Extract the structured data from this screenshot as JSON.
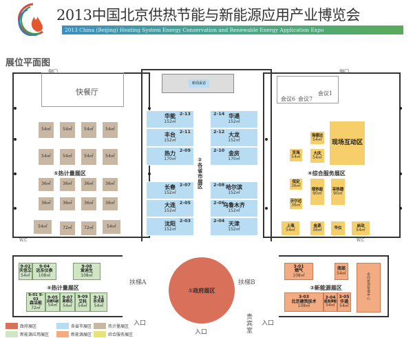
{
  "header": {
    "title": "2013中国北京供热节能与新能源应用产业博览会",
    "subtitle_en": "2013 China (Beijing) Heating System Energy Conservation and Renewable Energy Application Expo",
    "page_heading": "展位平面图",
    "logo": "flame-logo"
  },
  "rooms": {
    "fast_food": "快餐厅",
    "side_door_left": "侧门",
    "side_door_right": "侧门",
    "meeting6": "会议6",
    "meeting7": "会议7",
    "meeting1": "会议1",
    "press": "新闻采访",
    "escalator_a": "扶梯A",
    "escalator_b": "扶梯B",
    "entrance": "入口",
    "vip": "贵宾室",
    "wc": "W.C"
  },
  "zones": {
    "government": "①政府展区",
    "provinces": "②各省市展区",
    "new_energy": "③新能源展区",
    "service": "④综合服务展区",
    "metering5": "⑤热计量展区",
    "metering9": "⑨热计量展区",
    "interactive": "现场互动区"
  },
  "blue_booths": [
    {
      "no": "2-13",
      "name": "华能",
      "area": "152㎡"
    },
    {
      "no": "2-11",
      "name": "丰台",
      "area": "152㎡"
    },
    {
      "no": "2-09",
      "name": "热力",
      "area": "170㎡"
    },
    {
      "no": "2-14",
      "name": "华通",
      "area": "152㎡"
    },
    {
      "no": "2-12",
      "name": "大龙",
      "area": "152㎡"
    },
    {
      "no": "2-10",
      "name": "金房",
      "area": "170㎡"
    },
    {
      "no": "2-07",
      "name": "长春",
      "area": "152㎡"
    },
    {
      "no": "2-05",
      "name": "大连",
      "area": "152㎡"
    },
    {
      "no": "2-03",
      "name": "沈阳",
      "area": "152㎡"
    },
    {
      "no": "2-08",
      "name": "哈尔滨",
      "area": "152㎡"
    },
    {
      "no": "2-06",
      "name": "乌鲁木齐",
      "area": "152㎡"
    },
    {
      "no": "2-04",
      "name": "天津",
      "area": "152㎡"
    }
  ],
  "green_booths": [
    {
      "no": "9-02",
      "name": "天信立",
      "area": "54㎡"
    },
    {
      "no": "9-04",
      "name": "远东仪表",
      "area": "108㎡"
    },
    {
      "no": "9-08",
      "name": "爱迪生",
      "area": "108㎡"
    },
    {
      "no": "9-01 9-03",
      "name": "森洁能",
      "area": "72㎡"
    },
    {
      "no": "9-05",
      "name": "凉德玛斯",
      "area": "54㎡"
    },
    {
      "no": "9-07",
      "name": "高德达",
      "area": "54㎡"
    },
    {
      "no": "9-09",
      "name": "艾科",
      "area": "54㎡"
    },
    {
      "no": "9-11",
      "name": "卧龙源",
      "area": "54㎡"
    }
  ],
  "orange_booths": [
    {
      "no": "3-01",
      "name": "燃气",
      "area": "108㎡"
    },
    {
      "no": "",
      "name": "南部",
      "area": "54㎡"
    },
    {
      "no": "",
      "name": "合同能源管理中心",
      "area": ""
    },
    {
      "no": "3-03",
      "name": "北京建筑技术",
      "area": "108㎡"
    },
    {
      "no": "3-04",
      "name": "盛昌源能",
      "area": "54㎡"
    },
    {
      "no": "3-05",
      "name": "华通",
      "area": "54㎡"
    }
  ],
  "tan_areas": [
    "54㎡",
    "54㎡",
    "54㎡",
    "54㎡",
    "54㎡",
    "54㎡",
    "54㎡",
    "54㎡",
    "36㎡",
    "36㎡",
    "36㎡",
    "36㎡",
    "36㎡",
    "36㎡",
    "36㎡",
    "36㎡",
    "54㎡",
    "72㎡",
    "72㎡",
    "54㎡"
  ],
  "yellow_booths": [
    {
      "name": "海德达",
      "area": "54㎡"
    },
    {
      "name": "京海",
      "area": "54㎡"
    },
    {
      "name": "大庆",
      "area": "54㎡"
    },
    {
      "name": "保定",
      "area": "36㎡"
    },
    {
      "name": "沃尔达",
      "area": "36㎡"
    },
    {
      "name": "煤热能",
      "area": "90㎡"
    },
    {
      "name": "采热器",
      "area": "90㎡"
    },
    {
      "name": "上海",
      "area": "54㎡"
    },
    {
      "name": "金源",
      "area": "36㎡"
    },
    {
      "name": "华仪",
      "area": ""
    },
    {
      "name": "启动",
      "area": "54㎡"
    }
  ],
  "legend": [
    {
      "label": "政府展区",
      "color": "#d9705a"
    },
    {
      "label": "各省市展区",
      "color": "#b8dcf2"
    },
    {
      "label": "热计量展区",
      "color": "#c8b7a2"
    },
    {
      "label": "新能源应用展区",
      "color": "#cfe5c4"
    },
    {
      "label": "新能源展区",
      "color": "#f3ab82"
    },
    {
      "label": "综合服务展区",
      "color": "#e5e37a"
    }
  ]
}
